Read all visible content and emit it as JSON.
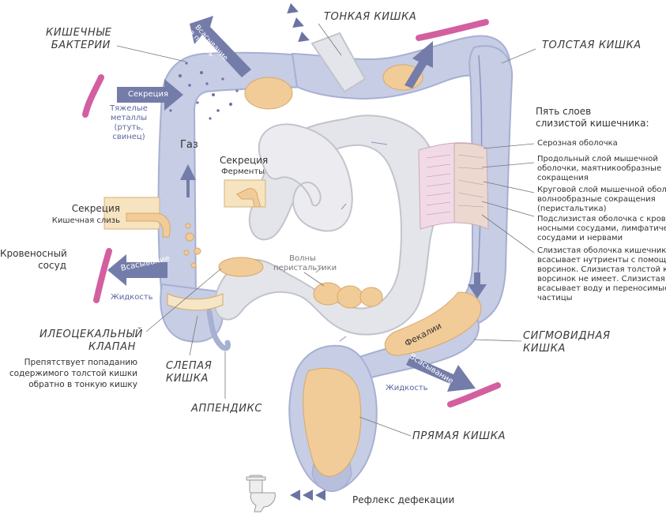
{
  "labels": {
    "small_intestine": "ТОНКАЯ КИШКА",
    "large_intestine": "ТОЛСТАЯ КИШКА",
    "gut_bacteria_1": "КИШЕЧНЫЕ",
    "gut_bacteria_2": "БАКТЕРИИ",
    "sigmoid_1": "СИГМОВИДНАЯ",
    "sigmoid_2": "КИШКА",
    "rectum": "ПРЯМАЯ КИШКА",
    "appendix": "АППЕНДИКС",
    "cecum_1": "СЛЕПАЯ",
    "cecum_2": "КИШКА",
    "ileocecal_1": "ИЛЕОЦЕКАЛЬНЫЙ",
    "ileocecal_2": "КЛАПАН",
    "ileocecal_desc_1": "Препятствует попаданию",
    "ileocecal_desc_2": "содержимого толстой кишки",
    "ileocecal_desc_3": "обратно в тонкую кишку",
    "blood_vessel_1": "Кровеносный",
    "blood_vessel_2": "сосуд",
    "secretion_left_title": "Секреция",
    "secretion_left_sub": "Кишечная слизь",
    "secretion_center_title": "Секреция",
    "secretion_center_sub": "Ферменты",
    "heavy_metals_1": "Тяжелые",
    "heavy_metals_2": "металлы",
    "heavy_metals_3": "(ртуть,",
    "heavy_metals_4": "свинец)",
    "gas": "Газ",
    "liquid_left": "Жидкость",
    "liquid_right": "Жидкость",
    "peristalsis_1": "Волны",
    "peristalsis_2": "перистальтики",
    "defecation_reflex": "Рефлекс дефекации"
  },
  "arrows": {
    "secretion": "Секреция",
    "absorption_left": "Всасывание",
    "absorption_liver_1": "Всасывание",
    "absorption_liver_2": "в печень",
    "absorption_right": "Всасывание",
    "feces": "Фекалии"
  },
  "layers": {
    "title_1": "Пять слоев",
    "title_2": "слизистой кишечника:",
    "serous": "Серозная оболочка",
    "longitudinal_1": "Продольный слой мышечной",
    "longitudinal_2": "оболочки, маятникообразные",
    "longitudinal_3": "сокращения",
    "circular_1": "Круговой слой мышечной оболочки,",
    "circular_2": "волнообразные сокращения",
    "circular_3": "(перистальтика)",
    "submucosa_1": "Подслизистая оболочка с крове-",
    "submucosa_2": "носными сосудами, лимфатическими",
    "submucosa_3": "сосудами и нервами",
    "mucosa_1": "Слизистая оболочка кишечника",
    "mucosa_2": "всасывает нутриенты с помощью",
    "mucosa_3": "ворсинок. Слизистая толстой кишки",
    "mucosa_4": "ворсинок не имеет. Слизистая",
    "mucosa_5": "всасывает воду и переносимые ею",
    "mucosa_6": "частицы"
  },
  "colors": {
    "colon_fill": "#c6cde4",
    "colon_stroke": "#a7b0d2",
    "small_fill": "#e4e5ea",
    "small_stroke": "#c2c4cc",
    "feces_fill": "#f1cc98",
    "feces_stroke": "#d8a868",
    "arrow_fill": "#747ca9",
    "vessel": "#d35fa0",
    "layer_pink": "#f2d9e6"
  }
}
